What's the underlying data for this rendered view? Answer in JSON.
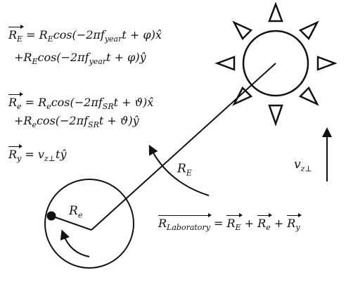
{
  "equations": {
    "RE_line1": "R_E = R_E cos(−2πf_year t + φ)x̂",
    "RE_line2": "+R_E cos(−2πf_year t + φ)ŷ",
    "Re_line1": "R_e = R_e cos(−2πf_SR t + ϑ)x̂",
    "Re_line2": "+R_e cos(−2πf_SR t + ϑ)ŷ",
    "Ry": "R_y = v_z⊥ t ŷ",
    "Rlab": "R_Laboratory = R_E + R_e + R_y"
  },
  "labels": {
    "RE": "R_E",
    "Re": "R_e",
    "vz": "v_z⊥"
  }
}
